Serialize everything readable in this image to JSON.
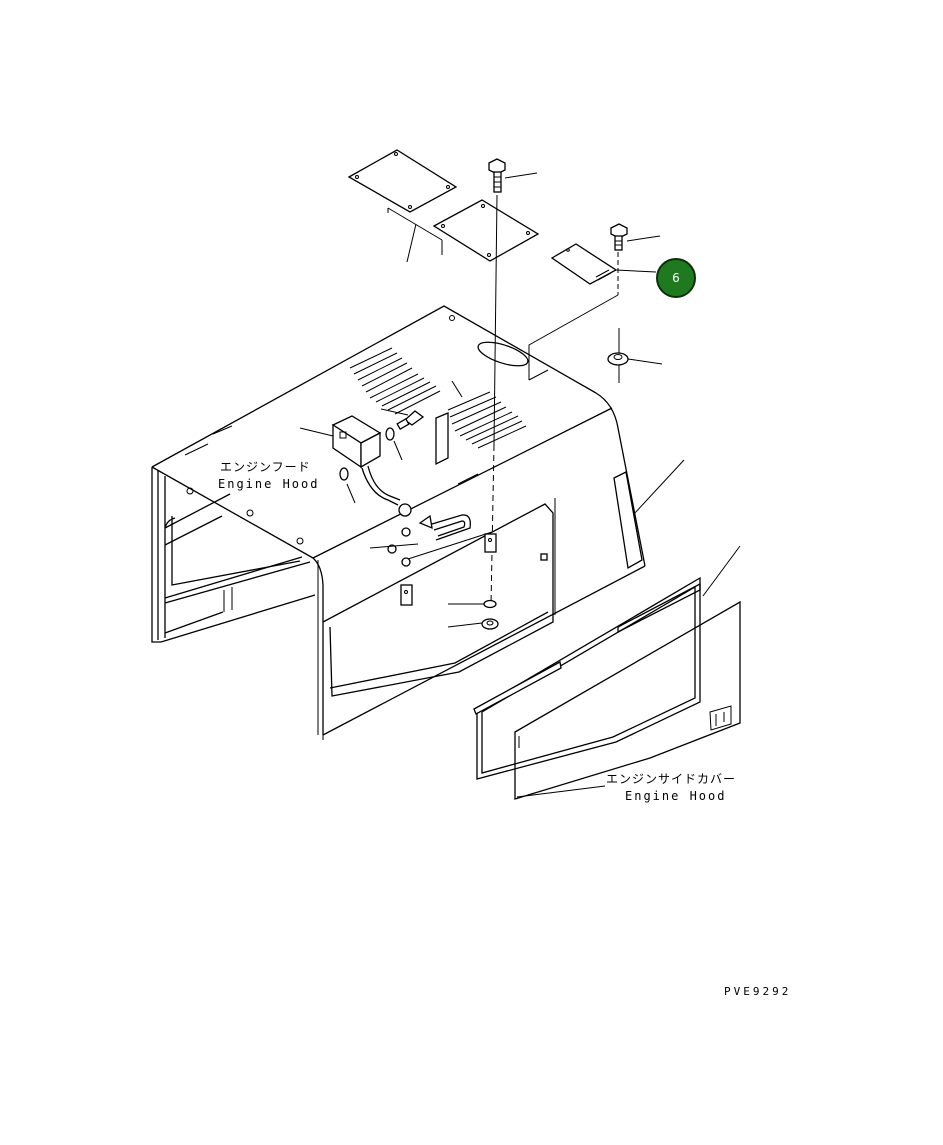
{
  "labels": {
    "engine_hood_jp": "エンジンフード",
    "engine_hood_en": "Engine Hood",
    "side_cover_jp": "エンジンサイドカバー",
    "side_cover_en": "Engine Hood",
    "figure_code": "PVE9292"
  },
  "callout": {
    "number": "6",
    "color": "#1f7a1f"
  }
}
